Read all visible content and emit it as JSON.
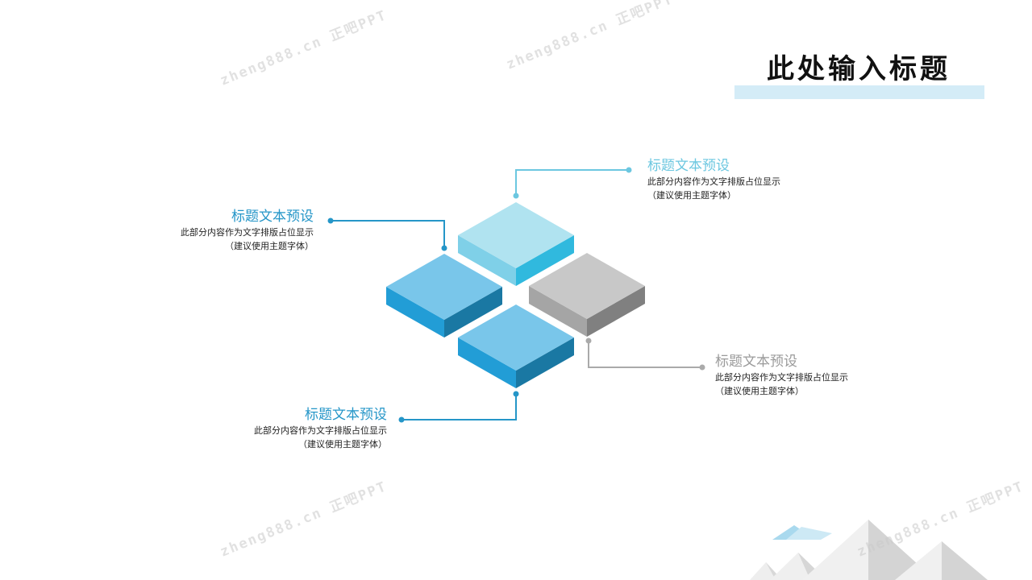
{
  "slide": {
    "title": "此处输入标题",
    "items": [
      {
        "heading": "标题文本预设",
        "line1": "此部分内容作为文字排版占位显示",
        "line2": "（建议使用主题字体）",
        "color": "#6cc7e0"
      },
      {
        "heading": "标题文本预设",
        "line1": "此部分内容作为文字排版占位显示",
        "line2": "（建议使用主题字体）",
        "color": "#2596c8"
      },
      {
        "heading": "标题文本预设",
        "line1": "此部分内容作为文字排版占位显示",
        "line2": "（建议使用主题字体）",
        "color": "#9a9a9a"
      },
      {
        "heading": "标题文本预设",
        "line1": "此部分内容作为文字排版占位显示",
        "line2": "（建议使用主题字体）",
        "color": "#2596c8"
      }
    ]
  },
  "watermark": "zheng888.cn 正吧PPT",
  "colors": {
    "accent": "#2596c8",
    "light_accent": "#6cc7e0",
    "gray": "#9a9a9a",
    "title_bar": "#d4ecf7"
  }
}
